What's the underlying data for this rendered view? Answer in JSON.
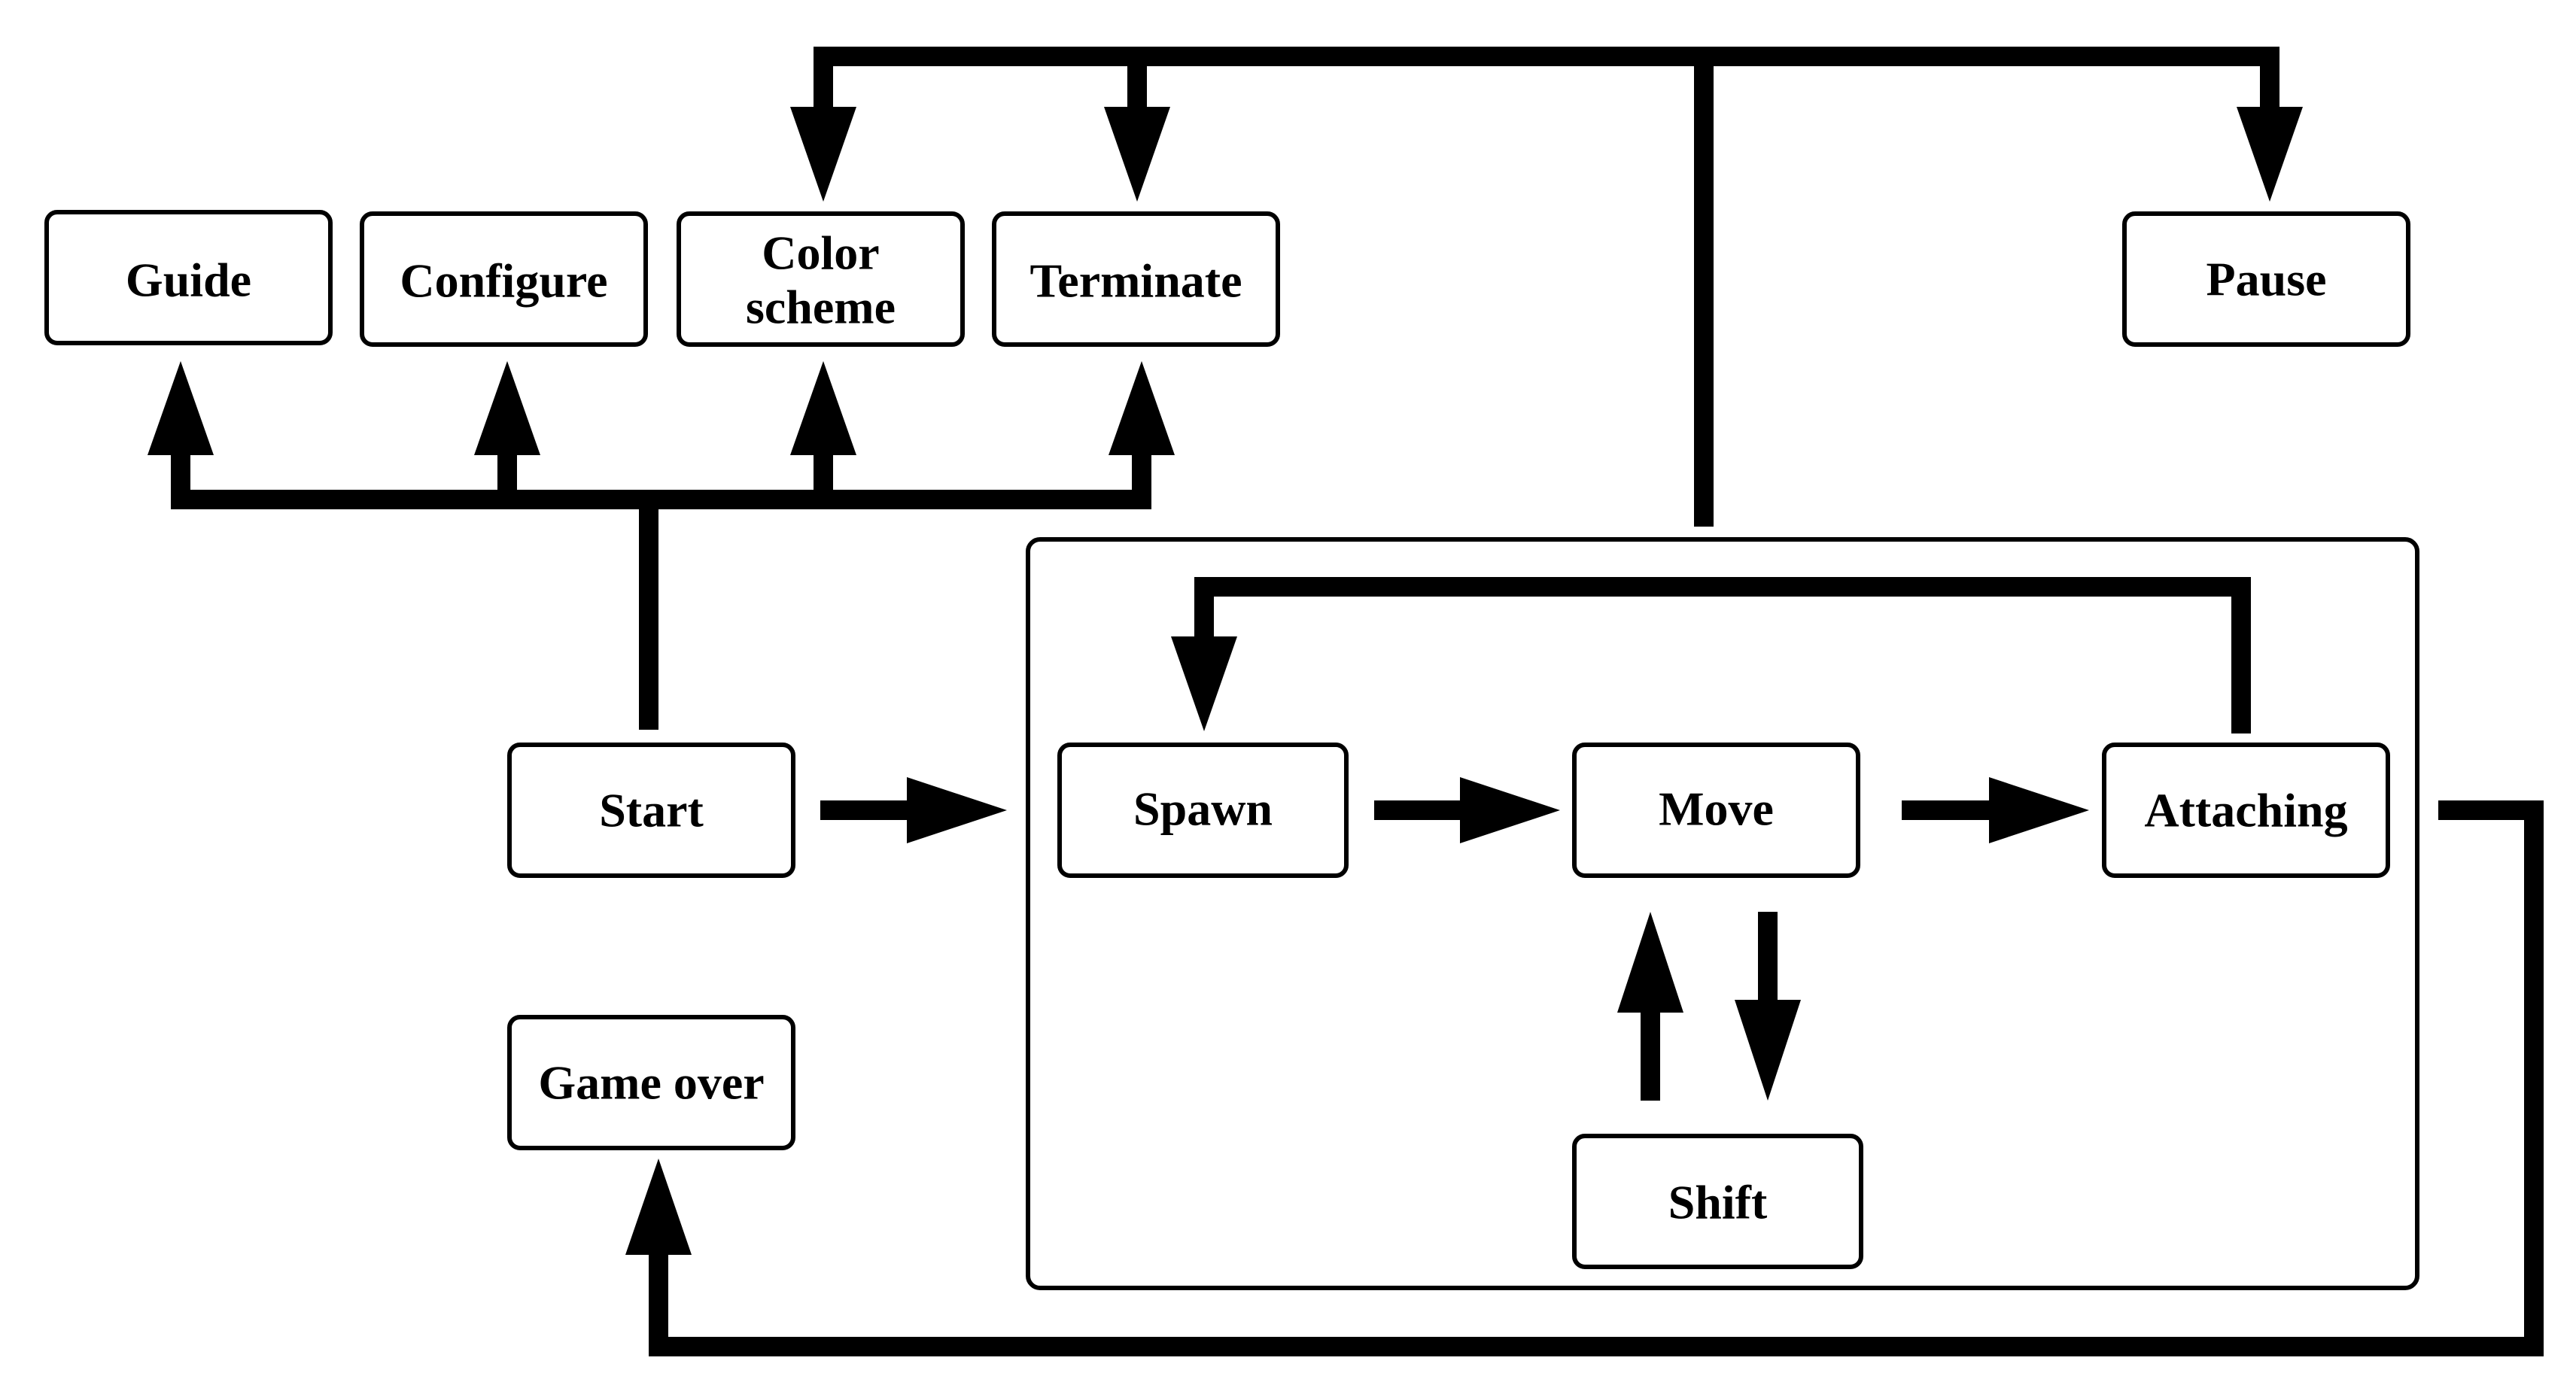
{
  "diagram": {
    "nodes": {
      "guide": {
        "label": "Guide"
      },
      "configure": {
        "label": "Configure"
      },
      "color_scheme": {
        "line1": "Color",
        "line2": "scheme"
      },
      "terminate": {
        "label": "Terminate"
      },
      "pause": {
        "label": "Pause"
      },
      "start": {
        "label": "Start"
      },
      "game_over": {
        "label": "Game over"
      },
      "spawn": {
        "label": "Spawn"
      },
      "move": {
        "label": "Move"
      },
      "attaching": {
        "label": "Attaching"
      },
      "shift": {
        "label": "Shift"
      }
    },
    "edges": [
      {
        "from": "Start",
        "to": "Guide"
      },
      {
        "from": "Start",
        "to": "Configure"
      },
      {
        "from": "Start",
        "to": "Color scheme"
      },
      {
        "from": "Start",
        "to": "Terminate"
      },
      {
        "from": "Start",
        "to": "game-loop-group"
      },
      {
        "from": "game-loop-group",
        "to": "Color scheme"
      },
      {
        "from": "game-loop-group",
        "to": "Terminate"
      },
      {
        "from": "game-loop-group",
        "to": "Pause"
      },
      {
        "from": "Spawn",
        "to": "Move"
      },
      {
        "from": "Move",
        "to": "Attaching"
      },
      {
        "from": "Attaching",
        "to": "Spawn"
      },
      {
        "from": "Move",
        "to": "Shift"
      },
      {
        "from": "Shift",
        "to": "Move"
      },
      {
        "from": "Attaching",
        "to": "Game over"
      }
    ],
    "colors": {
      "stroke": "#000000",
      "fill": "#ffffff",
      "text": "#000000"
    }
  }
}
